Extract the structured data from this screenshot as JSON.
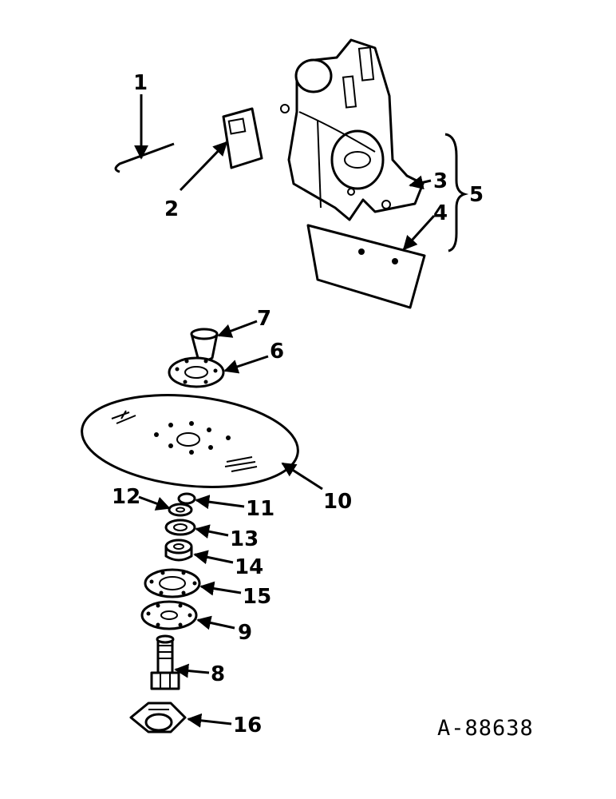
{
  "figure_number": "A-88638",
  "callouts": {
    "c1": "1",
    "c2": "2",
    "c3": "3",
    "c4": "4",
    "c5": "5",
    "c6": "6",
    "c7": "7",
    "c8": "8",
    "c9": "9",
    "c10": "10",
    "c11": "11",
    "c12": "12",
    "c13": "13",
    "c14": "14",
    "c15": "15",
    "c16": "16"
  }
}
